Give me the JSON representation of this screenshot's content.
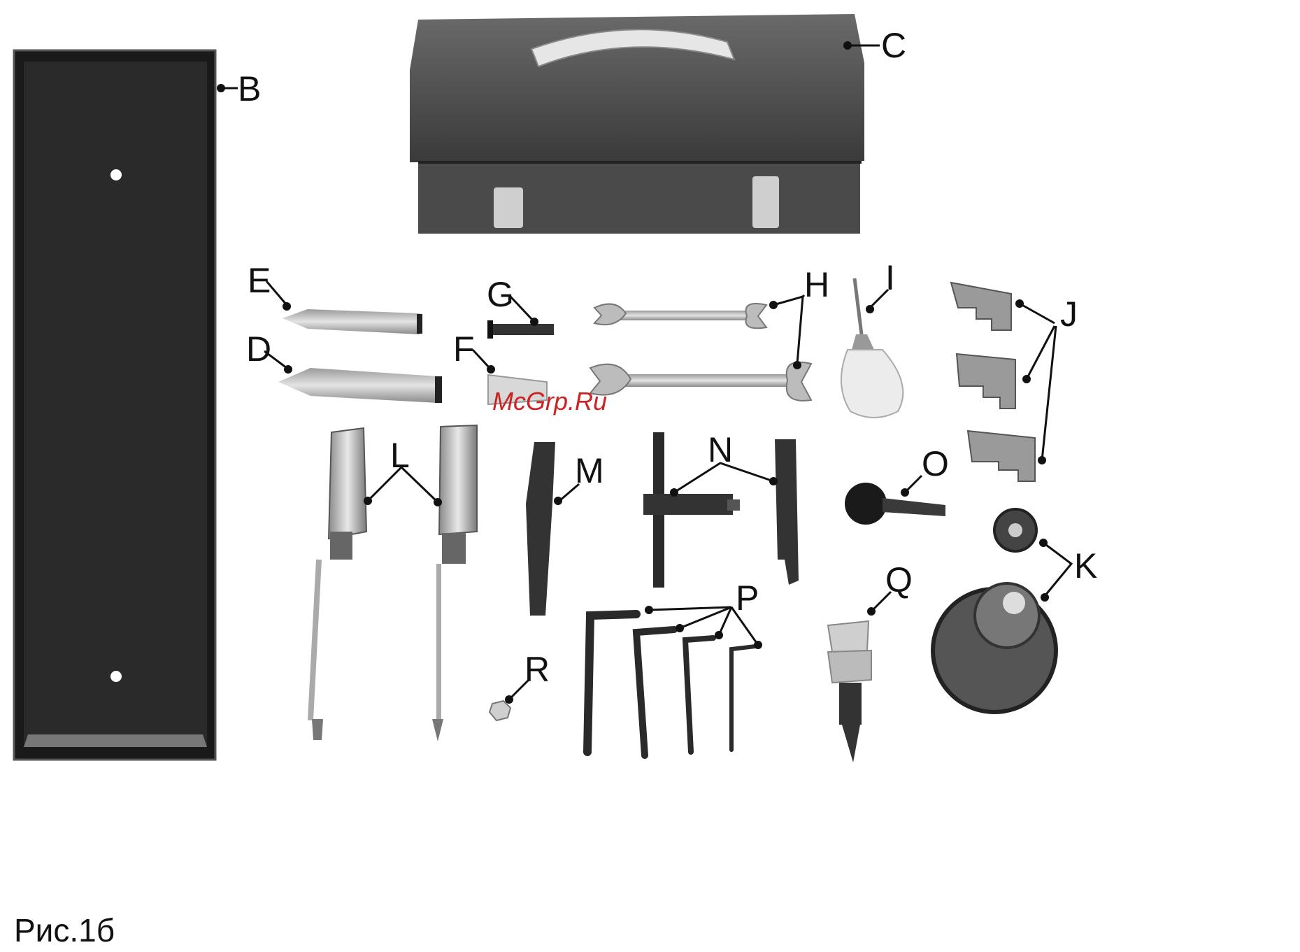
{
  "figure": {
    "caption": "Рис.1б",
    "watermark": "McGrp.Ru",
    "labels": {
      "B": "B",
      "C": "C",
      "D": "D",
      "E": "E",
      "F": "F",
      "G": "G",
      "H": "H",
      "I": "I",
      "J": "J",
      "K": "K",
      "L": "L",
      "M": "M",
      "N": "N",
      "O": "O",
      "P": "P",
      "Q": "Q",
      "R": "R"
    }
  }
}
